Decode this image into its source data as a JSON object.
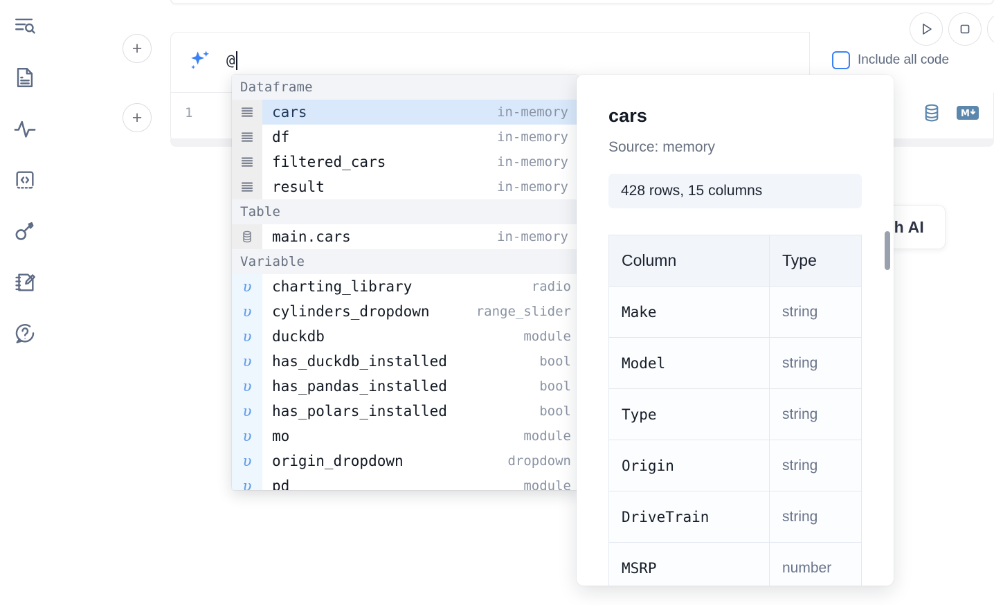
{
  "rail": {
    "items": [
      {
        "name": "explore-outline-icon",
        "label": "Outline"
      },
      {
        "name": "file-document-icon",
        "label": "Files"
      },
      {
        "name": "activity-pulse-icon",
        "label": "Activity"
      },
      {
        "name": "code-snippet-icon",
        "label": "Snippets"
      },
      {
        "name": "key-secrets-icon",
        "label": "Secrets"
      },
      {
        "name": "notebook-edit-icon",
        "label": "Scratchpad"
      },
      {
        "name": "help-chat-icon",
        "label": "Help"
      }
    ]
  },
  "toolbar": {
    "run_label": "Run",
    "stop_label": "Stop",
    "more_label": "More",
    "include_all_code": "Include all code",
    "include_all_code_checked": false
  },
  "ai_prompt": {
    "icon": "sparkle-ai-icon",
    "value": "@",
    "placeholder": ""
  },
  "code_cell": {
    "line_number": "1",
    "icons": [
      {
        "name": "database-icon",
        "label": "Database"
      },
      {
        "name": "markdown-icon",
        "label": "Markdown",
        "glyph": "M"
      }
    ]
  },
  "ai_float": {
    "label": "h AI"
  },
  "autocomplete": {
    "sections": [
      {
        "title": "Dataframe",
        "icon": "dataframe-rows-icon",
        "kind": "dataframe",
        "items": [
          {
            "name": "cars",
            "type": "in-memory",
            "selected": true
          },
          {
            "name": "df",
            "type": "in-memory",
            "selected": false
          },
          {
            "name": "filtered_cars",
            "type": "in-memory",
            "selected": false
          },
          {
            "name": "result",
            "type": "in-memory",
            "selected": false
          }
        ]
      },
      {
        "title": "Table",
        "icon": "database-cylinder-icon",
        "kind": "table",
        "items": [
          {
            "name": "main.cars",
            "type": "in-memory",
            "selected": false
          }
        ]
      },
      {
        "title": "Variable",
        "icon": "variable-upsilon-icon",
        "kind": "variable",
        "glyph": "υ",
        "items": [
          {
            "name": "charting_library",
            "type": "radio",
            "selected": false
          },
          {
            "name": "cylinders_dropdown",
            "type": "range_slider",
            "selected": false
          },
          {
            "name": "duckdb",
            "type": "module",
            "selected": false
          },
          {
            "name": "has_duckdb_installed",
            "type": "bool",
            "selected": false
          },
          {
            "name": "has_pandas_installed",
            "type": "bool",
            "selected": false
          },
          {
            "name": "has_polars_installed",
            "type": "bool",
            "selected": false
          },
          {
            "name": "mo",
            "type": "module",
            "selected": false
          },
          {
            "name": "origin_dropdown",
            "type": "dropdown",
            "selected": false
          },
          {
            "name": "pd",
            "type": "module",
            "selected": false
          }
        ]
      }
    ]
  },
  "preview": {
    "title": "cars",
    "source": "Source: memory",
    "shape": "428 rows, 15 columns",
    "columns_header": "Column",
    "type_header": "Type",
    "rows": [
      {
        "column": "Make",
        "type": "string"
      },
      {
        "column": "Model",
        "type": "string"
      },
      {
        "column": "Type",
        "type": "string"
      },
      {
        "column": "Origin",
        "type": "string"
      },
      {
        "column": "DriveTrain",
        "type": "string"
      },
      {
        "column": "MSRP",
        "type": "number"
      }
    ]
  },
  "colors": {
    "accent_blue": "#3b82f6",
    "selection_blue": "#d9e9fb",
    "section_bg": "#f2f4f7",
    "gutter_gray": "#eeeeee",
    "rail_icon": "#5d6b84",
    "cell_icon_blue": "#5b87ad"
  }
}
